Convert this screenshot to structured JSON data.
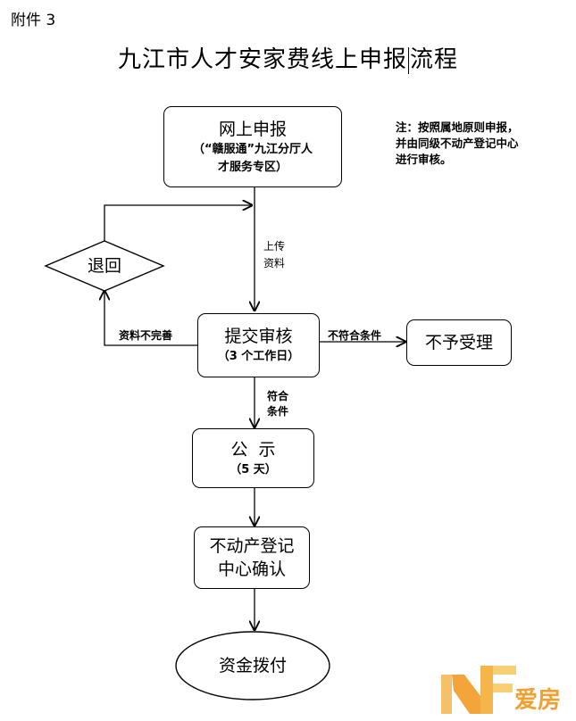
{
  "annex_label": "附件 3",
  "title": {
    "before_cursor": "九江市人才安家费线上申报",
    "after_cursor": "流程"
  },
  "note": {
    "line1": "注：按照属地原则申报，",
    "line2": "并由同级不动产登记中心",
    "line3": "进行审核。"
  },
  "steps": {
    "online_apply": {
      "label": "网上申报",
      "detail1": "（“赣服通”九江分厅人",
      "detail2": "才服务专区）"
    },
    "review": {
      "label": "提交审核",
      "detail": "（3 个工作日）"
    },
    "reject": {
      "label": "不予受理"
    },
    "return": {
      "label": "退回"
    },
    "publicity": {
      "label": "公  示",
      "detail": "（5 天）"
    },
    "confirm": {
      "line1": "不动产登记",
      "line2": "中心确认"
    },
    "payout": {
      "label": "资金拨付"
    }
  },
  "edges": {
    "upload_line1": "上传",
    "upload_line2": "资料",
    "incomplete": "资料不完善",
    "not_eligible": "不符合条件",
    "eligible_line1": "符合",
    "eligible_line2": "条件"
  },
  "logo": {
    "text": "爱房"
  }
}
